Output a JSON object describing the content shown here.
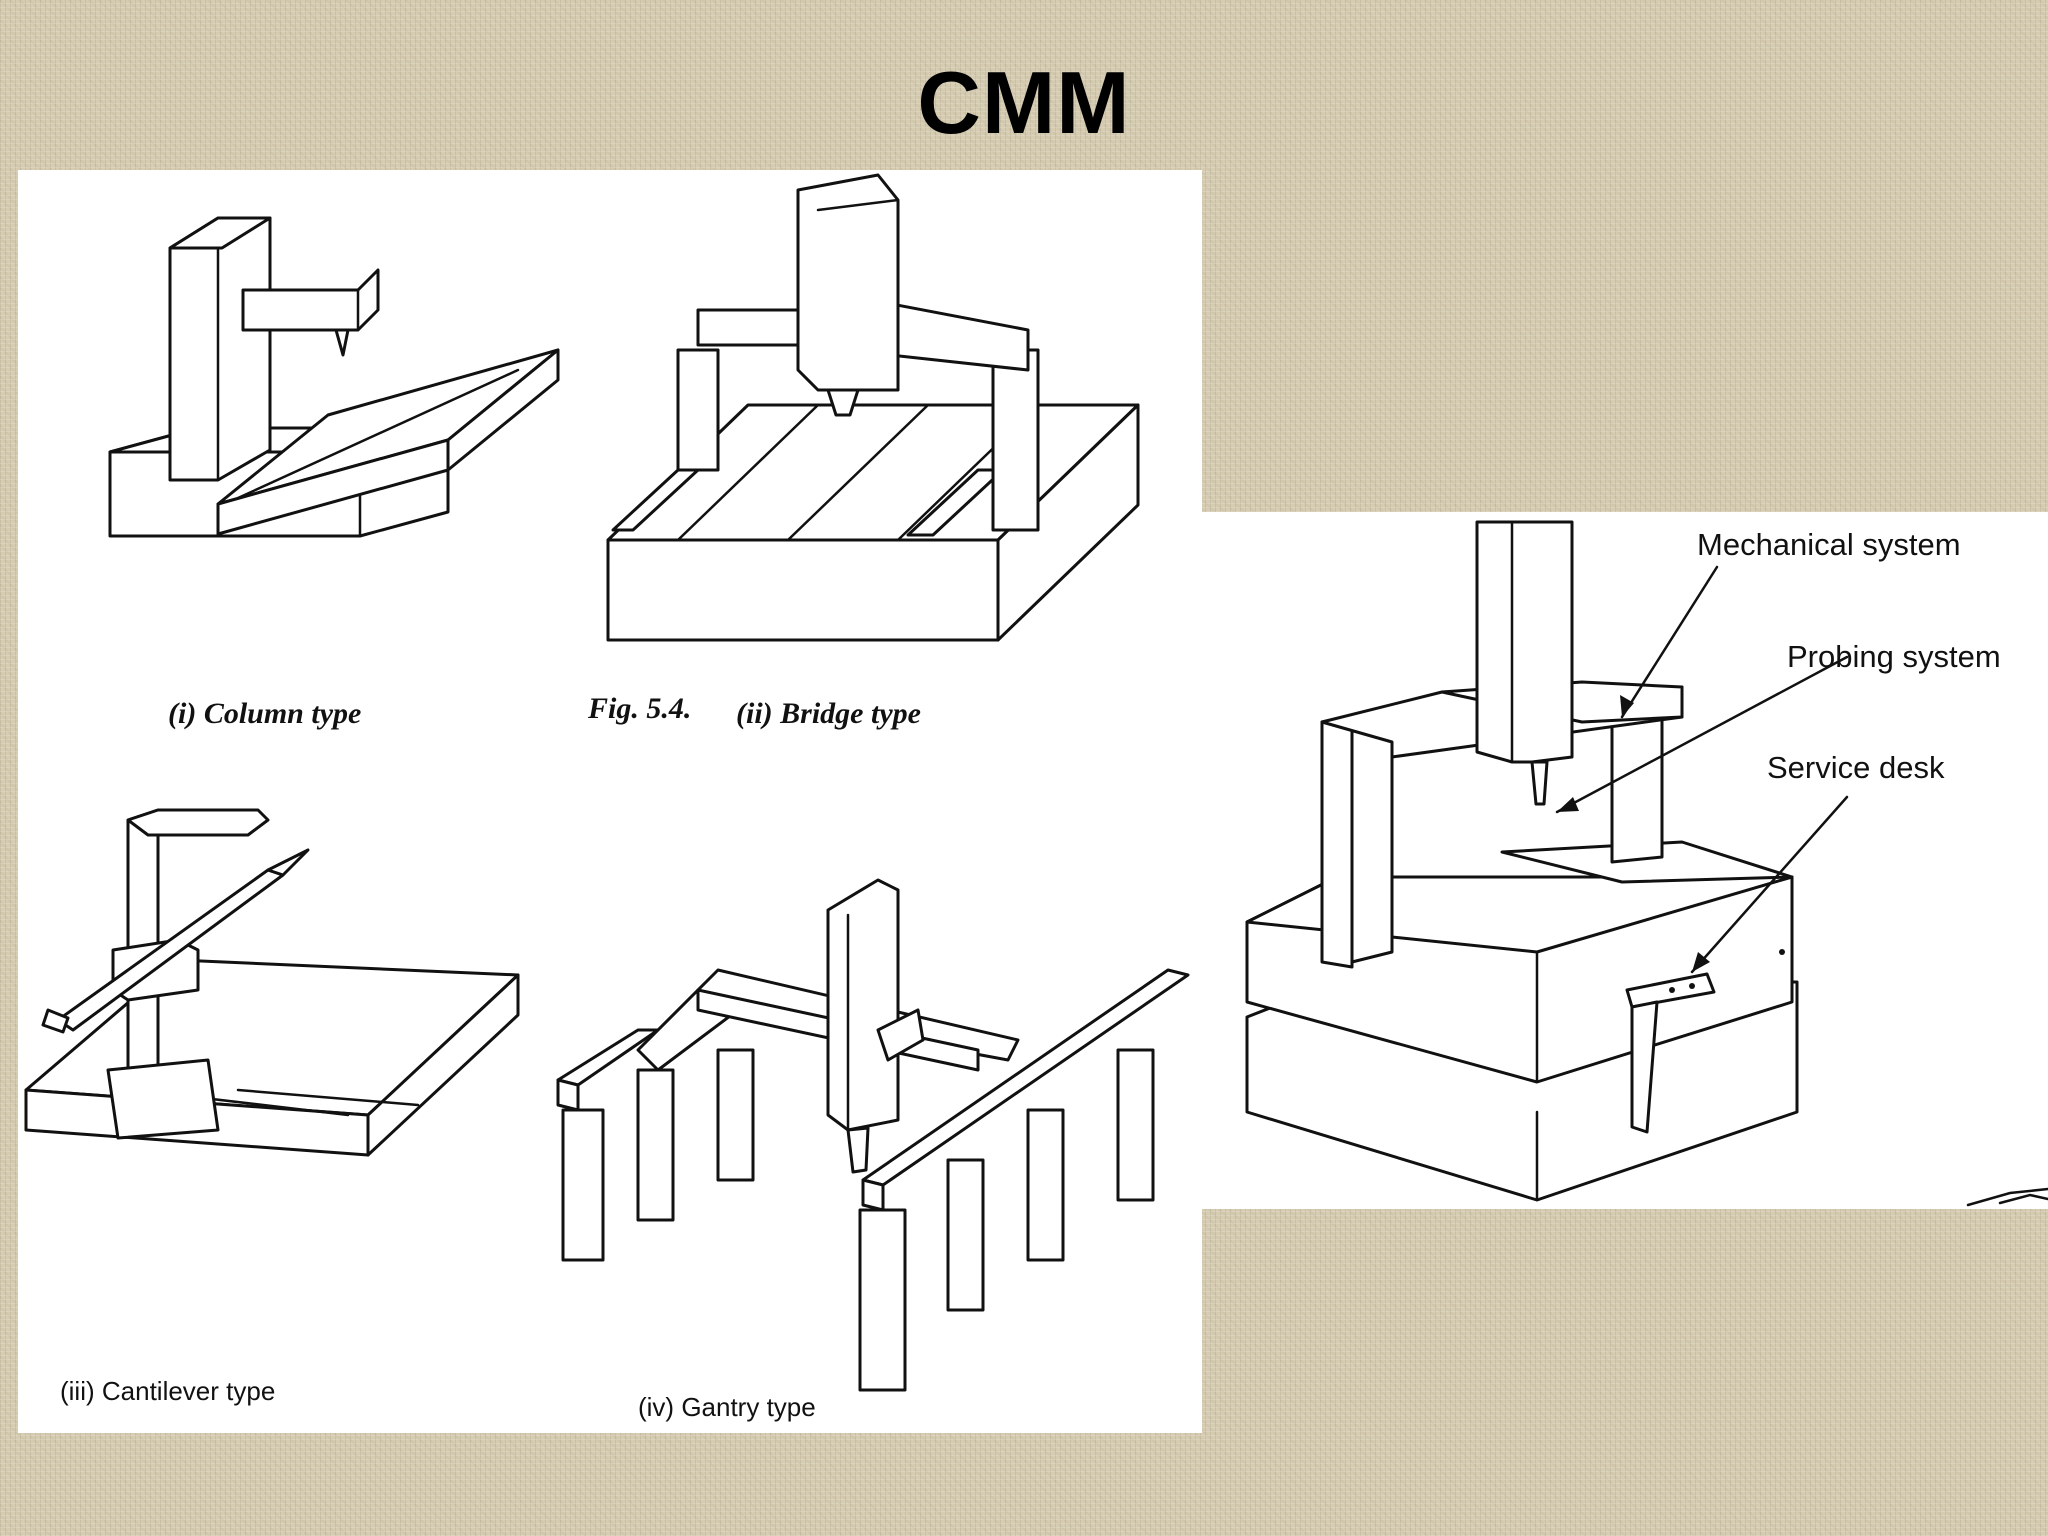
{
  "title": "CMM",
  "left_figure": {
    "fig_label": "Fig. 5.4.",
    "captions": {
      "column": "(i) Column type",
      "bridge": "(ii) Bridge type",
      "cantilever": "(iii) Cantilever type",
      "gantry": "(iv) Gantry type"
    }
  },
  "right_figure": {
    "labels": {
      "mechanical": "Mechanical system",
      "probing": "Probing system",
      "service": "Service desk"
    }
  }
}
